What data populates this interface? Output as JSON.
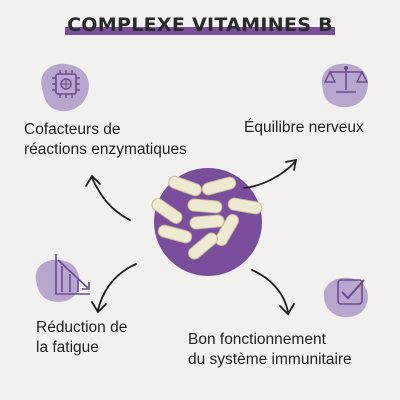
{
  "title": "COMPLEXE VITAMINES B",
  "benefits": {
    "cofactors": {
      "line1": "Cofacteurs de",
      "line2": "réactions enzymatiques",
      "icon": "enzyme-chip-icon"
    },
    "nervous": {
      "line1": "Équilibre nerveux",
      "icon": "balance-scale-icon"
    },
    "fatigue": {
      "line1": "Réduction de",
      "line2": "la fatigue",
      "icon": "declining-chart-icon"
    },
    "immune": {
      "line1": "Bon fonctionnement",
      "line2": "du système immunitaire",
      "icon": "checkmark-icon"
    }
  },
  "colors": {
    "accent": "#7a4e9d",
    "blob": "#b9a6cf",
    "capsule": "#efe9d2",
    "background": "#f2f1ef"
  }
}
